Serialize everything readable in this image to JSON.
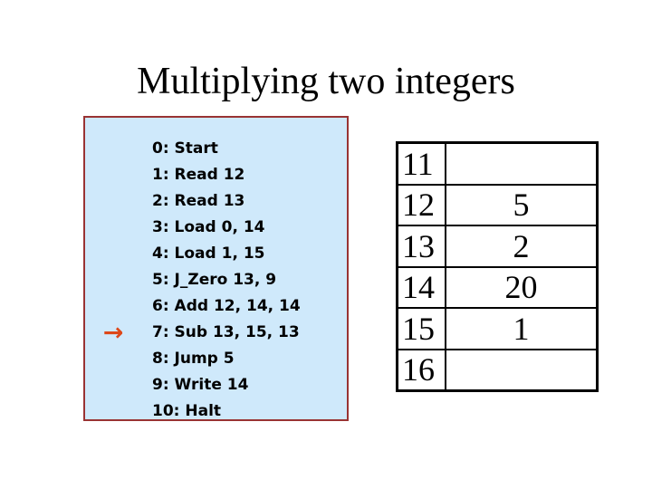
{
  "title": "Multiplying two integers",
  "program": {
    "lines": [
      "0: Start",
      "1: Read 12",
      "2: Read 13",
      "3: Load 0, 14",
      "4: Load 1, 15",
      "5: J_Zero 13, 9",
      "6: Add 12, 14, 14",
      "7: Sub 13, 15, 13",
      "8: Jump 5",
      "9: Write 14",
      "10: Halt"
    ],
    "current_line_index": 7
  },
  "arrow": {
    "glyph": "→",
    "color": "#dd4718"
  },
  "memory_table": {
    "rows": [
      {
        "address": "11",
        "value": ""
      },
      {
        "address": "12",
        "value": "5"
      },
      {
        "address": "13",
        "value": "2"
      },
      {
        "address": "14",
        "value": "20"
      },
      {
        "address": "15",
        "value": "1"
      },
      {
        "address": "16",
        "value": ""
      }
    ]
  },
  "colors": {
    "program_box_fill": "#cfe9fb",
    "program_box_border": "#993333",
    "arrow": "#dd4718",
    "table_border": "#000000",
    "text": "#000000",
    "background": "#ffffff"
  }
}
